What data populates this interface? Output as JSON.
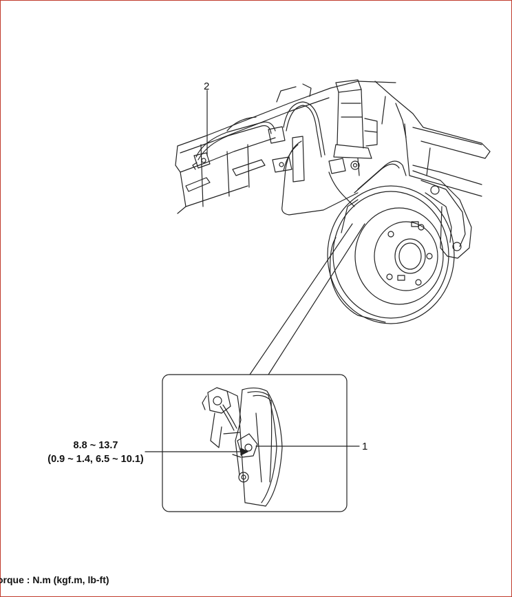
{
  "callouts": {
    "item_1": "1",
    "item_2": "2"
  },
  "torque": {
    "value": "8.8 ~ 13.7",
    "alt_units": "(0.9 ~ 1.4, 6.5 ~ 10.1)",
    "footer": "orque : N.m (kgf.m, lb-ft)"
  },
  "colors": {
    "line": "#222222",
    "frame": "#c0392b"
  }
}
